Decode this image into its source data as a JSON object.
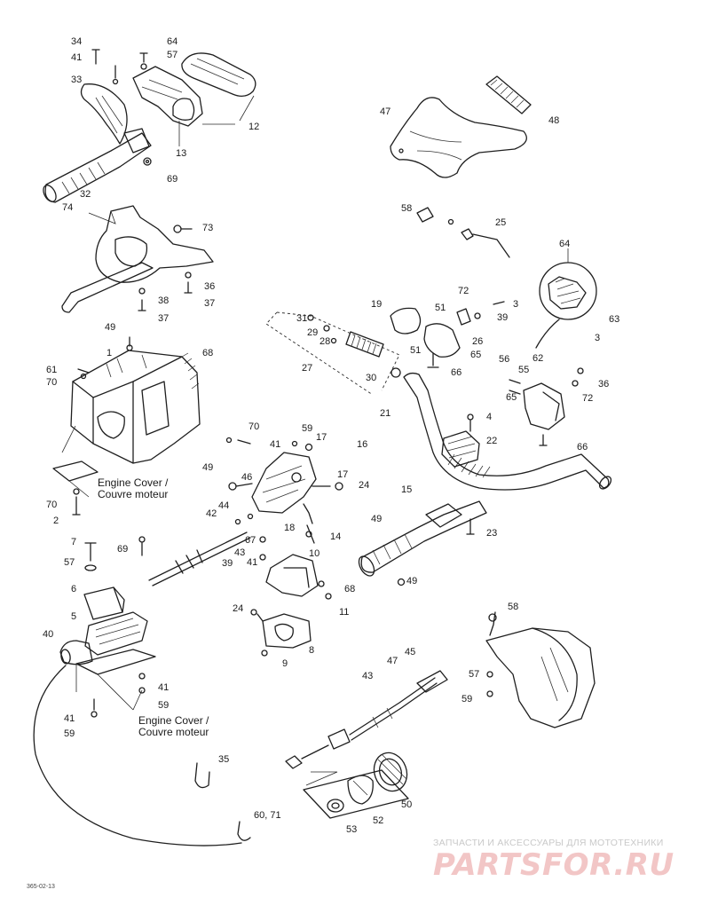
{
  "callouts": [
    {
      "id": "c34a",
      "text": "34"
    },
    {
      "id": "c64a",
      "text": "64"
    },
    {
      "id": "c41a",
      "text": "41"
    },
    {
      "id": "c57a",
      "text": "57"
    },
    {
      "id": "c33",
      "text": "33"
    },
    {
      "id": "c12",
      "text": "12"
    },
    {
      "id": "c13",
      "text": "13"
    },
    {
      "id": "c69a",
      "text": "69"
    },
    {
      "id": "c47a",
      "text": "47"
    },
    {
      "id": "c48",
      "text": "48"
    },
    {
      "id": "c32",
      "text": "32"
    },
    {
      "id": "c74",
      "text": "74"
    },
    {
      "id": "c73",
      "text": "73"
    },
    {
      "id": "c36a",
      "text": "36"
    },
    {
      "id": "c38a",
      "text": "38"
    },
    {
      "id": "c37a",
      "text": "37"
    },
    {
      "id": "c37b",
      "text": "37"
    },
    {
      "id": "c58a",
      "text": "58"
    },
    {
      "id": "c25",
      "text": "25"
    },
    {
      "id": "c64b",
      "text": "64"
    },
    {
      "id": "c63",
      "text": "63"
    },
    {
      "id": "c49a",
      "text": "49"
    },
    {
      "id": "c1",
      "text": "1"
    },
    {
      "id": "c68",
      "text": "68"
    },
    {
      "id": "c61",
      "text": "61"
    },
    {
      "id": "c70a",
      "text": "70"
    },
    {
      "id": "c31",
      "text": "31"
    },
    {
      "id": "c29",
      "text": "29"
    },
    {
      "id": "c28",
      "text": "28"
    },
    {
      "id": "c19",
      "text": "19"
    },
    {
      "id": "c51a",
      "text": "51"
    },
    {
      "id": "c72a",
      "text": "72"
    },
    {
      "id": "c3a",
      "text": "3"
    },
    {
      "id": "c39",
      "text": "39"
    },
    {
      "id": "c26",
      "text": "26"
    },
    {
      "id": "c51b",
      "text": "51"
    },
    {
      "id": "c65a",
      "text": "65"
    },
    {
      "id": "c27",
      "text": "27"
    },
    {
      "id": "c30",
      "text": "30"
    },
    {
      "id": "c66a",
      "text": "66"
    },
    {
      "id": "c3b",
      "text": "3"
    },
    {
      "id": "c56",
      "text": "56"
    },
    {
      "id": "c55",
      "text": "55"
    },
    {
      "id": "c62",
      "text": "62"
    },
    {
      "id": "c36b",
      "text": "36"
    },
    {
      "id": "c65b",
      "text": "65"
    },
    {
      "id": "c72b",
      "text": "72"
    },
    {
      "id": "c21",
      "text": "21"
    },
    {
      "id": "c4",
      "text": "4"
    },
    {
      "id": "c22",
      "text": "22"
    },
    {
      "id": "c66b",
      "text": "66"
    },
    {
      "id": "c70b",
      "text": "70"
    },
    {
      "id": "c59a",
      "text": "59"
    },
    {
      "id": "c41b",
      "text": "41"
    },
    {
      "id": "c17a",
      "text": "17"
    },
    {
      "id": "c16",
      "text": "16"
    },
    {
      "id": "c49b",
      "text": "49"
    },
    {
      "id": "c17b",
      "text": "17"
    },
    {
      "id": "c46",
      "text": "46"
    },
    {
      "id": "c24a",
      "text": "24"
    },
    {
      "id": "c70c",
      "text": "70"
    },
    {
      "id": "c2",
      "text": "2"
    },
    {
      "id": "c44",
      "text": "44"
    },
    {
      "id": "c42",
      "text": "42"
    },
    {
      "id": "c18",
      "text": "18"
    },
    {
      "id": "c14",
      "text": "14"
    },
    {
      "id": "c15",
      "text": "15"
    },
    {
      "id": "c49c",
      "text": "49"
    },
    {
      "id": "c23",
      "text": "23"
    },
    {
      "id": "c7",
      "text": "7"
    },
    {
      "id": "c69b",
      "text": "69"
    },
    {
      "id": "c43a",
      "text": "43"
    },
    {
      "id": "c67",
      "text": "67"
    },
    {
      "id": "c57b",
      "text": "57"
    },
    {
      "id": "c39b",
      "text": "39"
    },
    {
      "id": "c41c",
      "text": "41"
    },
    {
      "id": "c10",
      "text": "10"
    },
    {
      "id": "c6",
      "text": "6"
    },
    {
      "id": "c49d",
      "text": "49"
    },
    {
      "id": "c68b",
      "text": "68"
    },
    {
      "id": "c11",
      "text": "11"
    },
    {
      "id": "c5",
      "text": "5"
    },
    {
      "id": "c24b",
      "text": "24"
    },
    {
      "id": "c40",
      "text": "40"
    },
    {
      "id": "c8",
      "text": "8"
    },
    {
      "id": "c9",
      "text": "9"
    },
    {
      "id": "c58b",
      "text": "58"
    },
    {
      "id": "c47b",
      "text": "47"
    },
    {
      "id": "c45",
      "text": "45"
    },
    {
      "id": "c43b",
      "text": "43"
    },
    {
      "id": "c57c",
      "text": "57"
    },
    {
      "id": "c59b",
      "text": "59"
    },
    {
      "id": "c41d",
      "text": "41"
    },
    {
      "id": "c59c",
      "text": "59"
    },
    {
      "id": "c41e",
      "text": "41"
    },
    {
      "id": "c59d",
      "text": "59"
    },
    {
      "id": "c35",
      "text": "35"
    },
    {
      "id": "c50",
      "text": "50"
    },
    {
      "id": "c52",
      "text": "52"
    },
    {
      "id": "c53",
      "text": "53"
    },
    {
      "id": "c6071",
      "text": "60, 71"
    }
  ],
  "labels": {
    "engine_cover_1": "Engine Cover /",
    "couvre_moteur_1": "Couvre moteur",
    "engine_cover_2": "Engine Cover /",
    "couvre_moteur_2": "Couvre moteur"
  },
  "drawing_code": "365-02-13",
  "watermark": {
    "tagline": "ЗАПЧАСТИ И АКСЕССУАРЫ ДЛЯ МОТОТЕХНИКИ",
    "logo": "PARTSFOR.RU"
  },
  "colors": {
    "line": "#1f1f1f",
    "watermark_tag": "#c9c9c9",
    "watermark_logo": "#f2c6c6"
  }
}
